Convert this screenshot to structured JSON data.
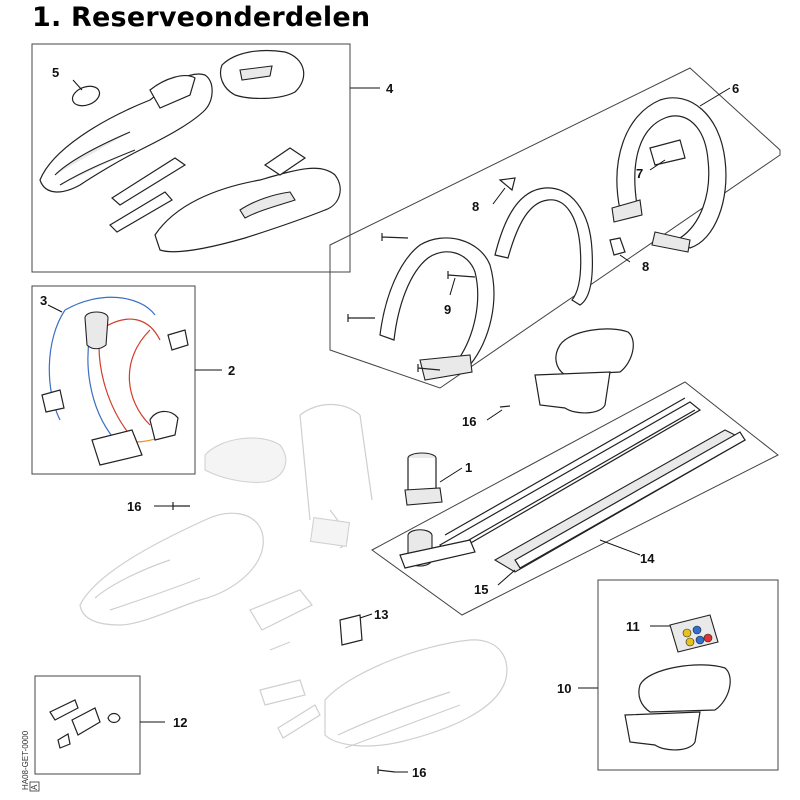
{
  "title": "1. Reserveonderdelen",
  "drawing_code": "HA08-GET-0000",
  "drawing_rev": "A",
  "part_numbers": {
    "motor": "1",
    "wiring_harness_box": "2",
    "cable": "3",
    "housing": "4",
    "rating_plate": "5",
    "front_handle_kit": "6",
    "clip_plate": "7",
    "spring_clip_a": "8",
    "spring_clip_b": "8",
    "screw_set": "9",
    "hand_guard_kit": "10",
    "instruction_label": "11",
    "lever_kit": "12",
    "switch": "13",
    "cutter_blade": "14",
    "blade_guard": "15",
    "screw_a": "16",
    "screw_b": "16",
    "screw_c": "16"
  }
}
